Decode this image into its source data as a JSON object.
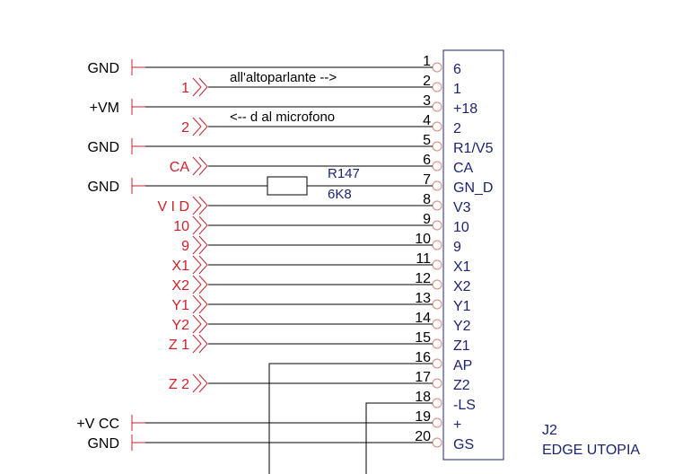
{
  "colors": {
    "wire": "#000000",
    "net": "#d21e2a",
    "pin": "#1c2470",
    "symbol": "#c2262e"
  },
  "connector": {
    "ref": "J2",
    "name": "EDGE UTOPIA"
  },
  "resistor": {
    "ref": "R147",
    "value": "6K8"
  },
  "annotations": {
    "speaker": "all'altoparlante -->",
    "mic": "<-- d al microfono"
  },
  "pins": [
    {
      "num": "1",
      "label": "6",
      "src": "power",
      "text": "GND"
    },
    {
      "num": "2",
      "label": "1",
      "src": "net",
      "text": "1"
    },
    {
      "num": "3",
      "label": "+18",
      "src": "power",
      "text": "+VM"
    },
    {
      "num": "4",
      "label": "2",
      "src": "net",
      "text": "2"
    },
    {
      "num": "5",
      "label": "R1/V5",
      "src": "power",
      "text": "GND"
    },
    {
      "num": "6",
      "label": "CA",
      "src": "net",
      "text": "CA"
    },
    {
      "num": "7",
      "label": "GN_D",
      "src": "power",
      "text": "GND"
    },
    {
      "num": "8",
      "label": "V3",
      "src": "net",
      "text": "V I D"
    },
    {
      "num": "9",
      "label": "10",
      "src": "net",
      "text": "10"
    },
    {
      "num": "10",
      "label": "9",
      "src": "net",
      "text": "9"
    },
    {
      "num": "11",
      "label": "X1",
      "src": "net",
      "text": "X1"
    },
    {
      "num": "12",
      "label": "X2",
      "src": "net",
      "text": "X2"
    },
    {
      "num": "13",
      "label": "Y1",
      "src": "net",
      "text": "Y1"
    },
    {
      "num": "14",
      "label": "Y2",
      "src": "net",
      "text": "Y2"
    },
    {
      "num": "15",
      "label": "Z1",
      "src": "net",
      "text": "Z 1"
    },
    {
      "num": "16",
      "label": "AP",
      "src": "wire",
      "text": ""
    },
    {
      "num": "17",
      "label": "Z2",
      "src": "net",
      "text": "Z 2"
    },
    {
      "num": "18",
      "label": "-LS",
      "src": "wire",
      "text": ""
    },
    {
      "num": "19",
      "label": "+",
      "src": "power",
      "text": "+V CC"
    },
    {
      "num": "20",
      "label": "GS",
      "src": "power",
      "text": "GND"
    }
  ]
}
